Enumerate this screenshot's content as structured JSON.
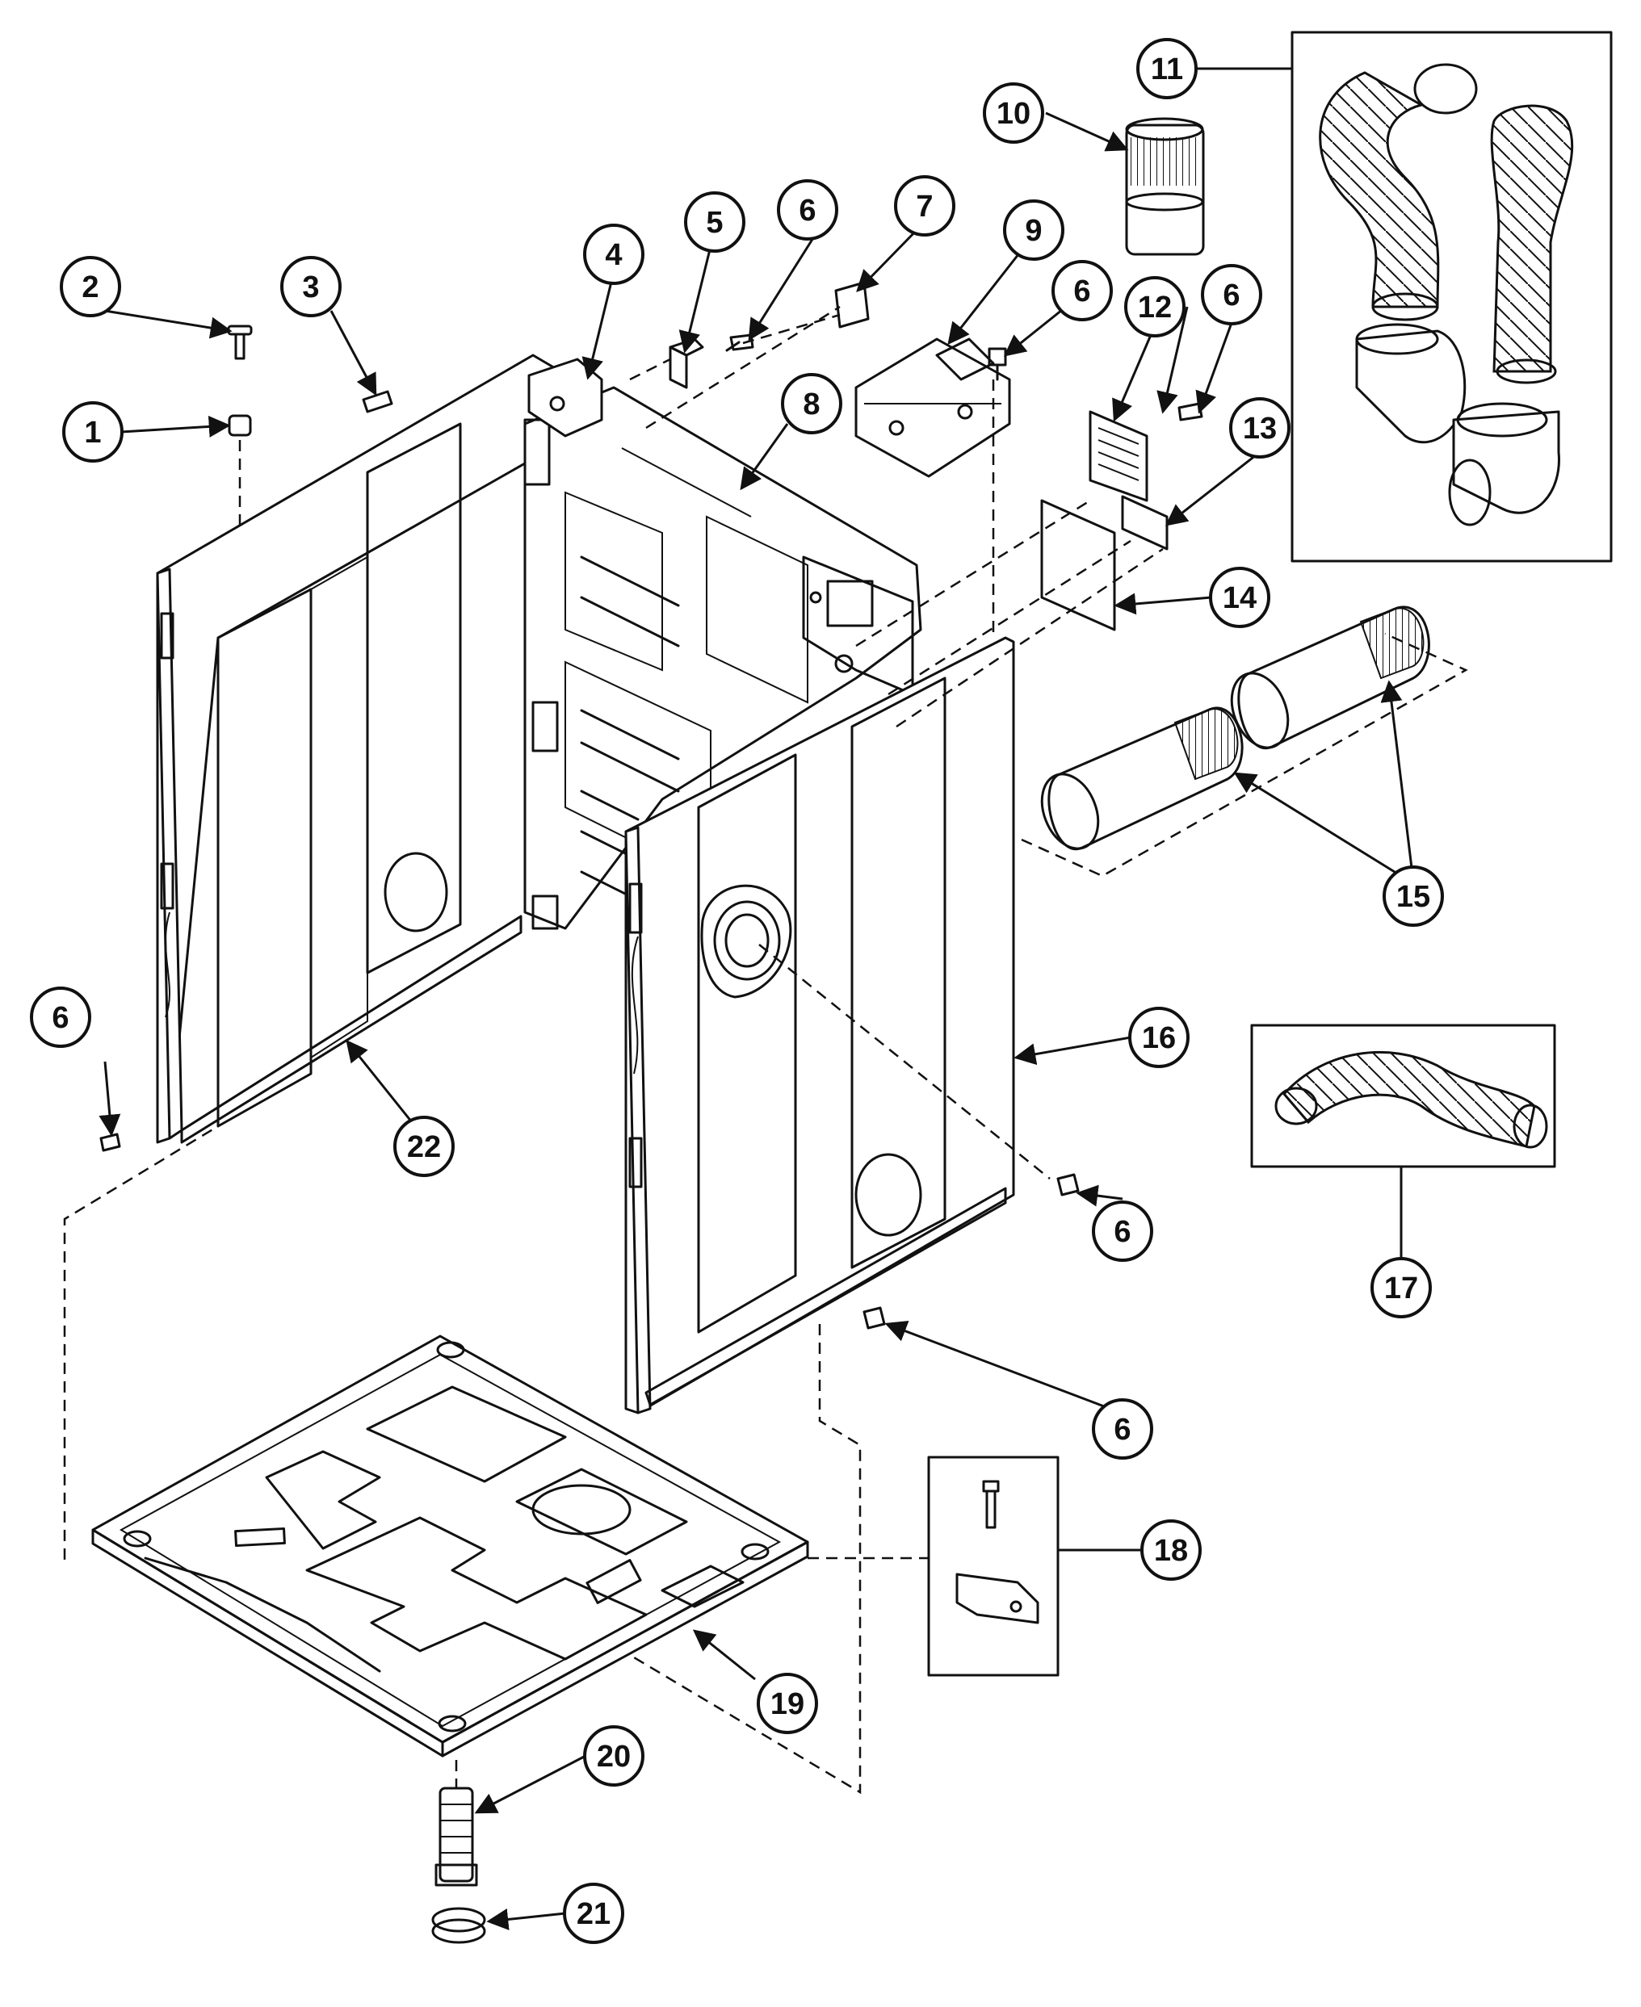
{
  "callouts": [
    {
      "label": "1"
    },
    {
      "label": "2"
    },
    {
      "label": "3"
    },
    {
      "label": "4"
    },
    {
      "label": "5"
    },
    {
      "label": "6"
    },
    {
      "label": "6"
    },
    {
      "label": "6"
    },
    {
      "label": "6"
    },
    {
      "label": "6"
    },
    {
      "label": "6"
    },
    {
      "label": "7"
    },
    {
      "label": "8"
    },
    {
      "label": "9"
    },
    {
      "label": "10"
    },
    {
      "label": "11"
    },
    {
      "label": "12"
    },
    {
      "label": "13"
    },
    {
      "label": "14"
    },
    {
      "label": "15"
    },
    {
      "label": "16"
    },
    {
      "label": "17"
    },
    {
      "label": "18"
    },
    {
      "label": "19"
    },
    {
      "label": "20"
    },
    {
      "label": "21"
    },
    {
      "label": "22"
    }
  ]
}
